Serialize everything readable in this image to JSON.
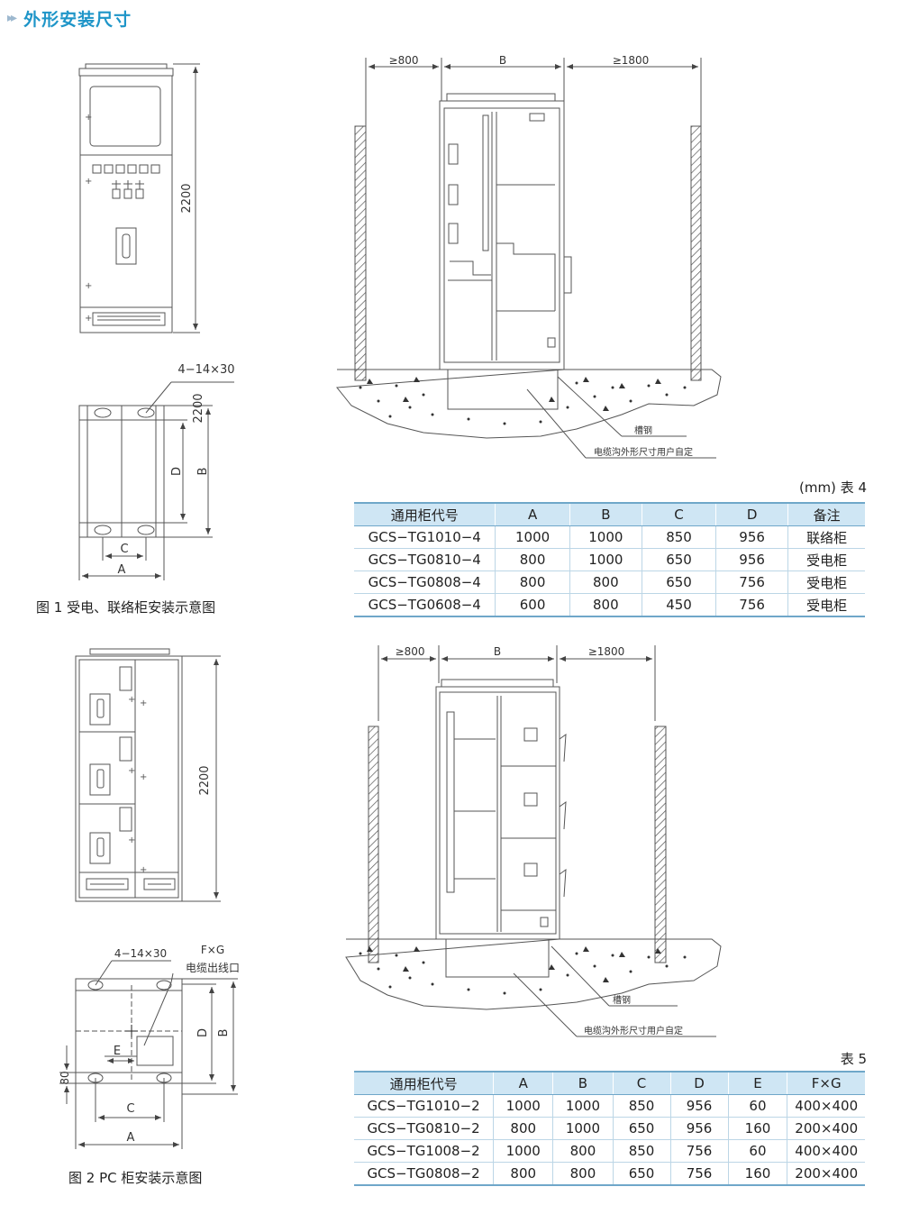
{
  "header": {
    "arrows": "▸▸",
    "title": "外形安装尺寸"
  },
  "fig1": {
    "caption": "图 1 受电、联络柜安装示意图",
    "front_height": "2200",
    "hole_spec": "4−14×30",
    "plan_height": "2200",
    "label_d": "D",
    "label_b": "B",
    "label_c": "C",
    "label_a": "A"
  },
  "side1": {
    "dim_left": "≥800",
    "dim_mid": "B",
    "dim_right": "≥1800",
    "callout_steel": "槽钢",
    "callout_trench": "电缆沟外形尺寸用户自定"
  },
  "table4": {
    "note": "(mm) 表 4",
    "headers": [
      "通用柜代号",
      "A",
      "B",
      "C",
      "D",
      "备注"
    ],
    "rows": [
      [
        "GCS−TG1010−4",
        "1000",
        "1000",
        "850",
        "956",
        "联络柜"
      ],
      [
        "GCS−TG0810−4",
        "800",
        "1000",
        "650",
        "956",
        "受电柜"
      ],
      [
        "GCS−TG0808−4",
        "800",
        "800",
        "650",
        "756",
        "受电柜"
      ],
      [
        "GCS−TG0608−4",
        "600",
        "800",
        "450",
        "756",
        "受电柜"
      ]
    ]
  },
  "fig2": {
    "caption": "图 2 PC 柜安装示意图",
    "front_height": "2200",
    "hole_spec": "4−14×30",
    "fg_label": "F×G",
    "outlet_label": "电缆出线口",
    "label_e": "E",
    "label_d": "D",
    "label_b": "B",
    "label_c": "C",
    "label_a": "A",
    "dim_80": "80"
  },
  "side2": {
    "dim_left": "≥800",
    "dim_mid": "B",
    "dim_right": "≥1800",
    "callout_steel": "槽钢",
    "callout_trench": "电缆沟外形尺寸用户自定"
  },
  "table5": {
    "note": "表 5",
    "headers": [
      "通用柜代号",
      "A",
      "B",
      "C",
      "D",
      "E",
      "F×G"
    ],
    "rows": [
      [
        "GCS−TG1010−2",
        "1000",
        "1000",
        "850",
        "956",
        "60",
        "400×400"
      ],
      [
        "GCS−TG0810−2",
        "800",
        "1000",
        "650",
        "956",
        "160",
        "200×400"
      ],
      [
        "GCS−TG1008−2",
        "1000",
        "800",
        "850",
        "756",
        "60",
        "400×400"
      ],
      [
        "GCS−TG0808−2",
        "800",
        "800",
        "650",
        "756",
        "160",
        "200×400"
      ]
    ]
  }
}
